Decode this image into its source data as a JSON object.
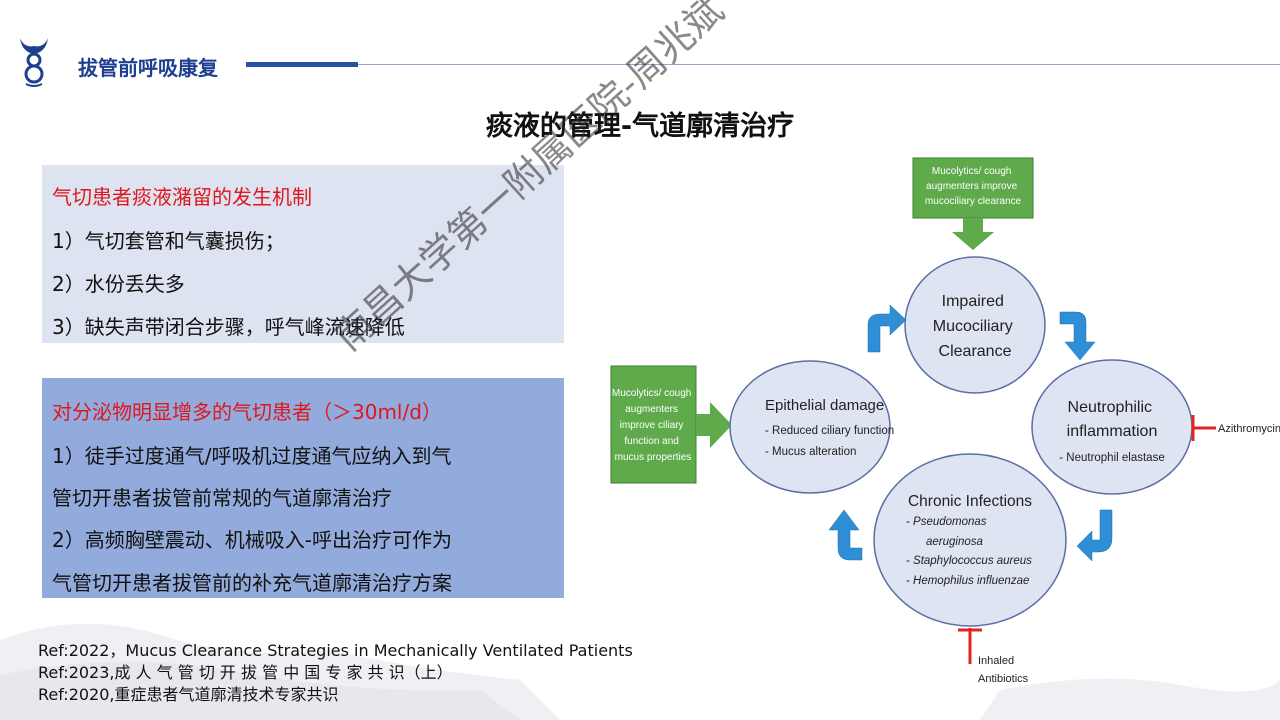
{
  "header": {
    "section_title": "拔管前呼吸康复"
  },
  "slide": {
    "title": "痰液的管理-气道廓清治疗"
  },
  "box1": {
    "heading": "气切患者痰液潴留的发生机制",
    "items": [
      "1）气切套管和气囊损伤；",
      "2）水份丢失多",
      "3）缺失声带闭合步骤，呼气峰流速降低"
    ]
  },
  "box2": {
    "heading": "对分泌物明显增多的气切患者（＞30ml/d）",
    "lines": [
      "1）徒手过度通气/呼吸机过度通气应纳入到气",
      "管切开患者拔管前常规的气道廓清治疗",
      "2）高频胸壁震动、机械吸入-呼出治疗可作为",
      "气管切开患者拔管前的补充气道廓清治疗方案"
    ]
  },
  "refs": [
    "Ref:2022，Mucus Clearance Strategies in Mechanically Ventilated Patients",
    "Ref:2023,成 人 气 管 切 开 拔 管 中 国 专 家 共 识（上）",
    "Ref:2020,重症患者气道廓清技术专家共识"
  ],
  "watermark": "南昌大学第一附属医院-周兆斌",
  "diagram": {
    "top_box": [
      "Mucolytics/ cough",
      "augmenters improve",
      "mucociliary clearance"
    ],
    "left_box": [
      "Mucolytics/ cough",
      "augmenters",
      "improve ciliary",
      "function and",
      "mucus properties"
    ],
    "impaired": [
      "Impaired",
      "Mucociliary",
      "Clearance"
    ],
    "epithelial": {
      "title": "Epithelial damage",
      "bullets": [
        "- Reduced ciliary function",
        "- Mucus alteration"
      ]
    },
    "neutrophilic": {
      "title": [
        "Neutrophilic",
        "inflammation"
      ],
      "bullet": "- Neutrophil elastase"
    },
    "chronic": {
      "title": "Chronic Infections",
      "bullets": [
        "-   Pseudomonas",
        "aeruginosa",
        "-   Staphylococcus aureus",
        "-   Hemophilus influenzae"
      ]
    },
    "azithro": "Azithromycin",
    "inhaled": [
      "Inhaled",
      "Antibiotics"
    ]
  },
  "colors": {
    "header_blue": "#1f3f8f",
    "box1_bg": "#dde3f1",
    "box2_bg": "#93abdc",
    "red": "#e0161d",
    "green_box": "#5faa4a",
    "arrow_blue": "#2f8fd6",
    "inhibitor_red": "#e02424"
  }
}
